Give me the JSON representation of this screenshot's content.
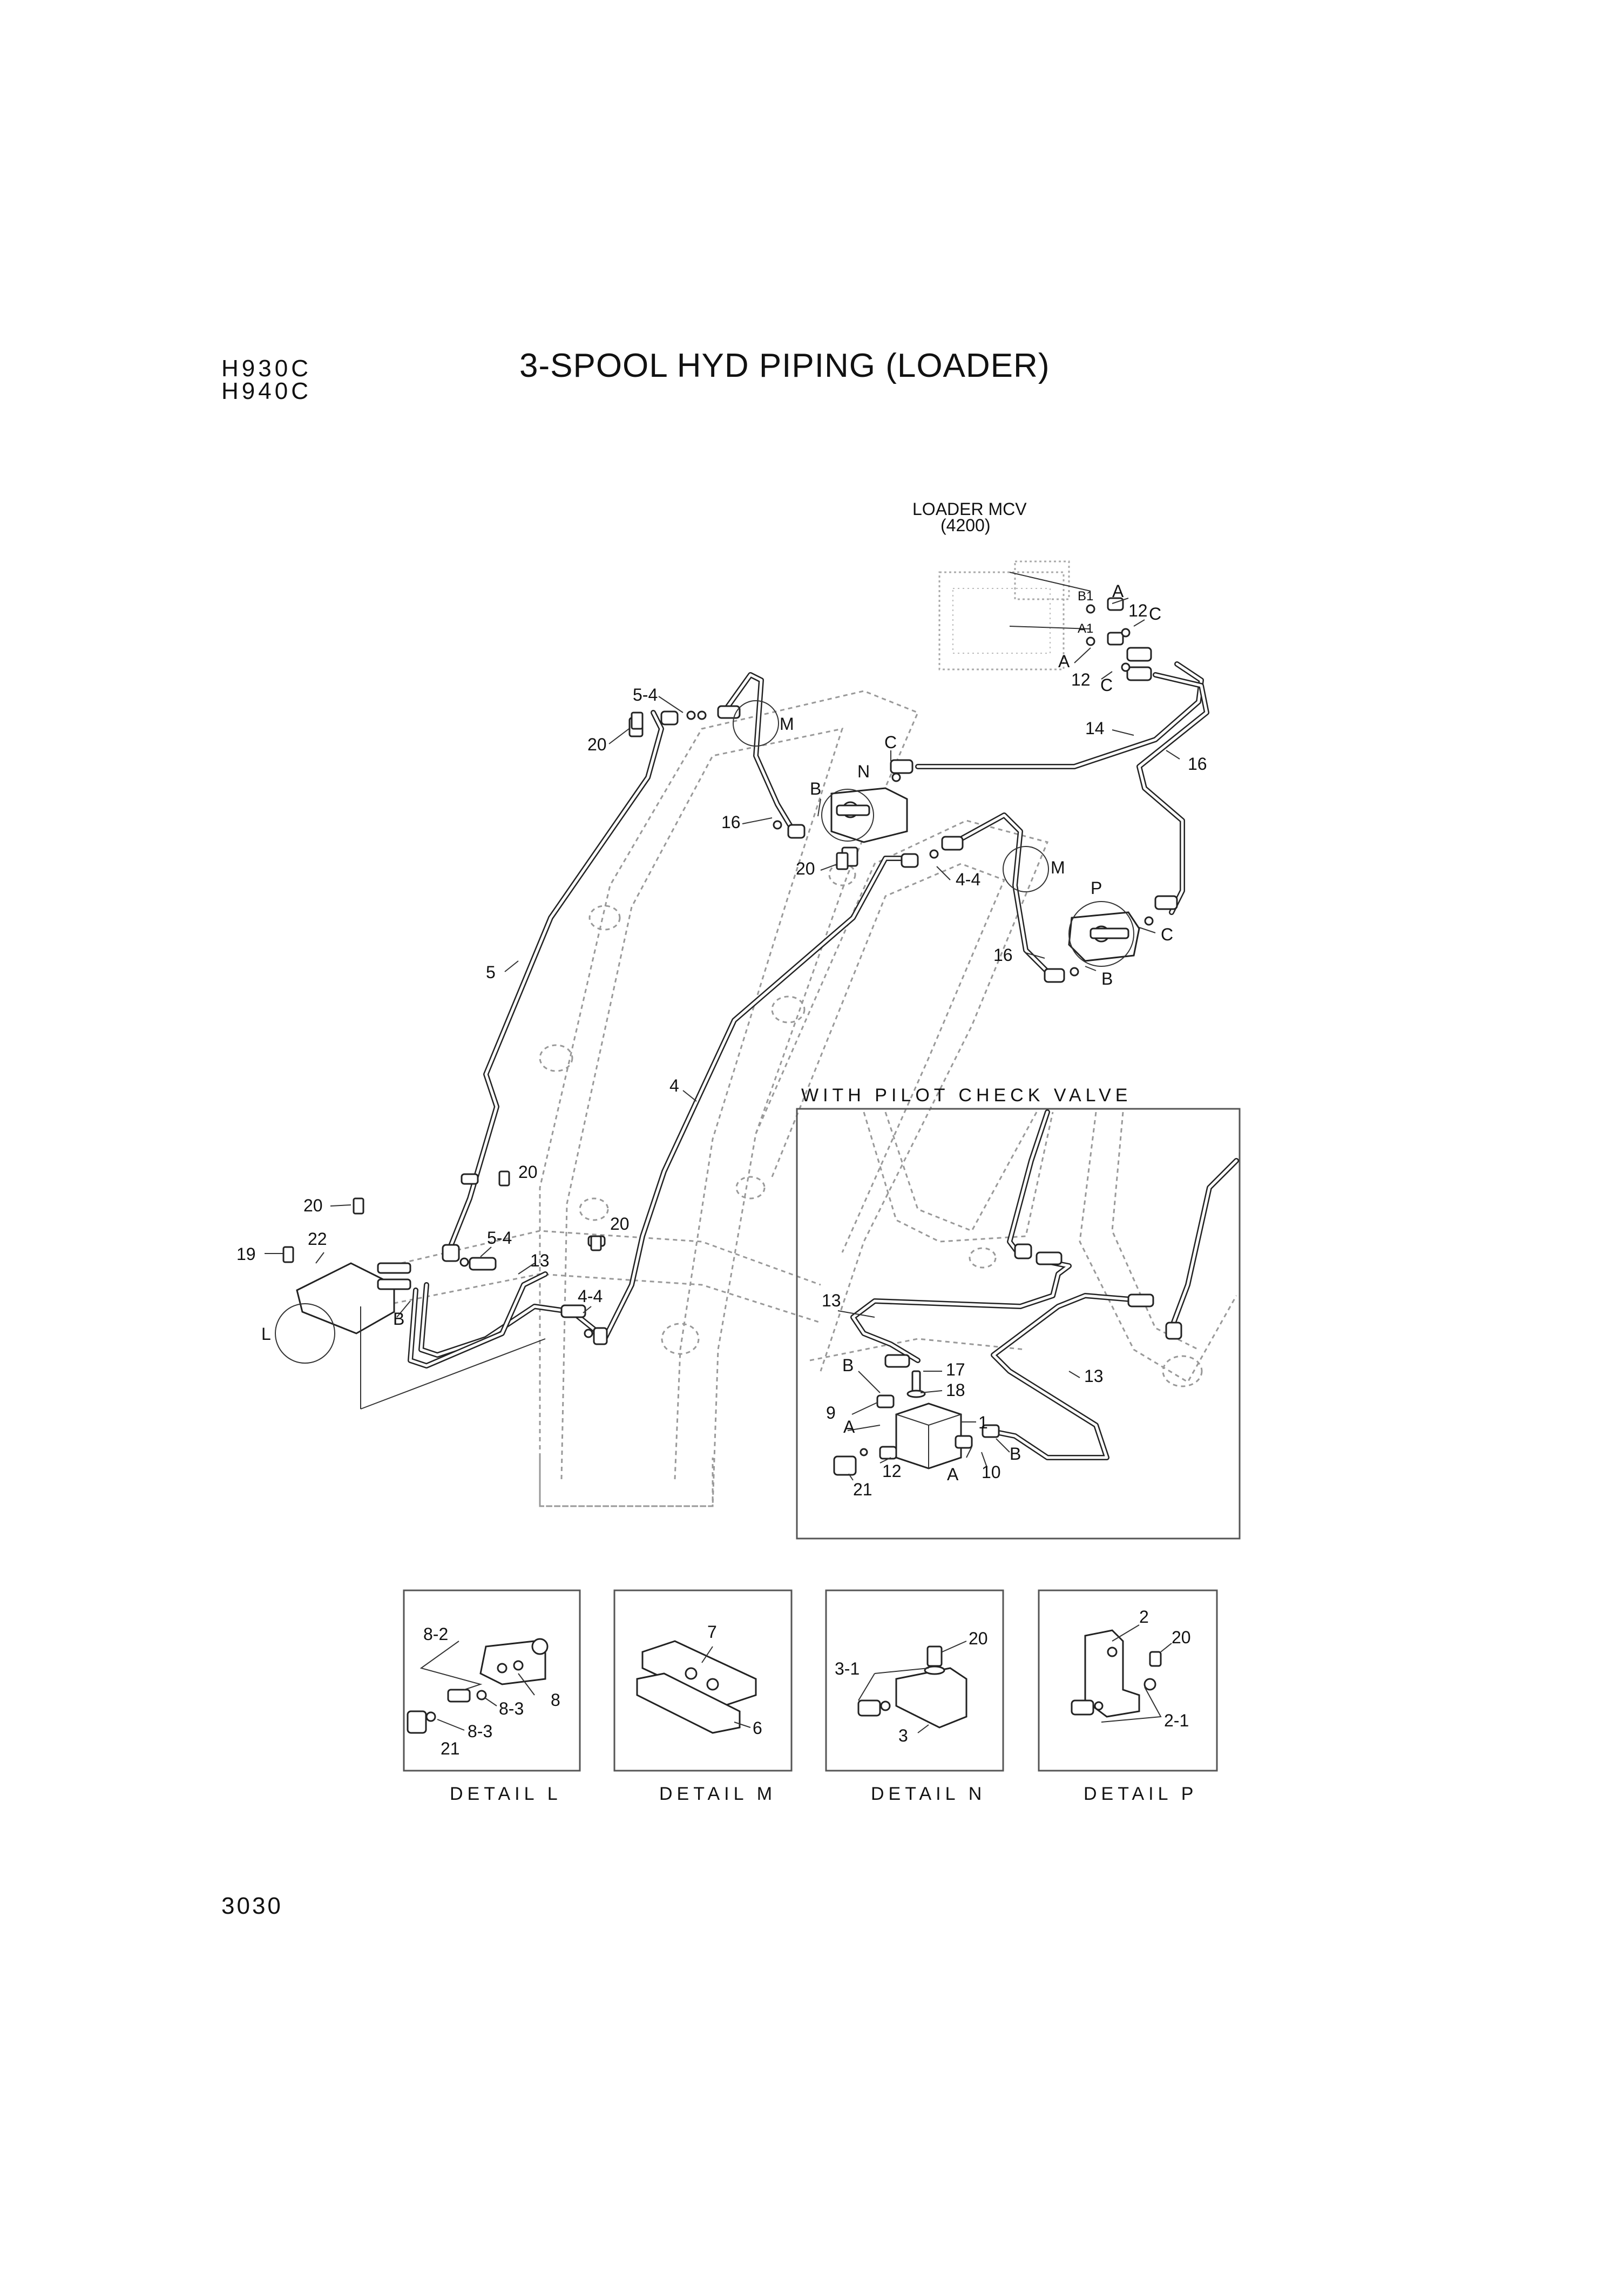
{
  "header": {
    "models": [
      "H930C",
      "H940C"
    ],
    "title": "3-SPOOL HYD PIPING (LOADER)"
  },
  "mcv": {
    "label_line1": "LOADER MCV",
    "label_line2": "(4200)",
    "port_b1": "B1",
    "port_a1": "A1"
  },
  "main_callouts": {
    "c_A_top": "A",
    "c_12_top": "12",
    "c_C_top": "C",
    "c_A_bot": "A",
    "c_12_bot": "12",
    "c_C_bot": "C",
    "c_14": "14",
    "c_16_right": "16",
    "c_5_4_top": "5-4",
    "c_20_top": "20",
    "c_M_left": "M",
    "c_16_mid": "16",
    "c_B_mid": "B",
    "c_N": "N",
    "c_C_mid": "C",
    "c_20_mid": "20",
    "c_4_4_top": "4-4",
    "c_M_right": "M",
    "c_P": "P",
    "c_C_right": "C",
    "c_16_low": "16",
    "c_B_low": "B",
    "c_5": "5",
    "c_4": "4",
    "c_20_a": "20",
    "c_20_b": "20",
    "c_20_c": "20",
    "c_22": "22",
    "c_19": "19",
    "c_5_4_bot": "5-4",
    "c_13": "13",
    "c_4_4_bot": "4-4",
    "c_L": "L",
    "c_B_left": "B"
  },
  "pilot_box": {
    "title": "WITH PILOT CHECK VALVE",
    "c_13_a": "13",
    "c_13_b": "13",
    "c_B_1": "B",
    "c_17": "17",
    "c_18": "18",
    "c_9": "9",
    "c_A_1": "A",
    "c_1": "1",
    "c_B_2": "B",
    "c_12": "12",
    "c_A_2": "A",
    "c_10": "10",
    "c_21": "21"
  },
  "details": [
    {
      "caption": "DETAIL L",
      "labels": [
        "8-2",
        "8",
        "8-3",
        "8-3",
        "21"
      ]
    },
    {
      "caption": "DETAIL M",
      "labels": [
        "7",
        "6"
      ]
    },
    {
      "caption": "DETAIL N",
      "labels": [
        "20",
        "3-1",
        "3"
      ]
    },
    {
      "caption": "DETAIL P",
      "labels": [
        "2",
        "20",
        "2-1"
      ]
    }
  ],
  "footer": {
    "page_number": "3030"
  }
}
